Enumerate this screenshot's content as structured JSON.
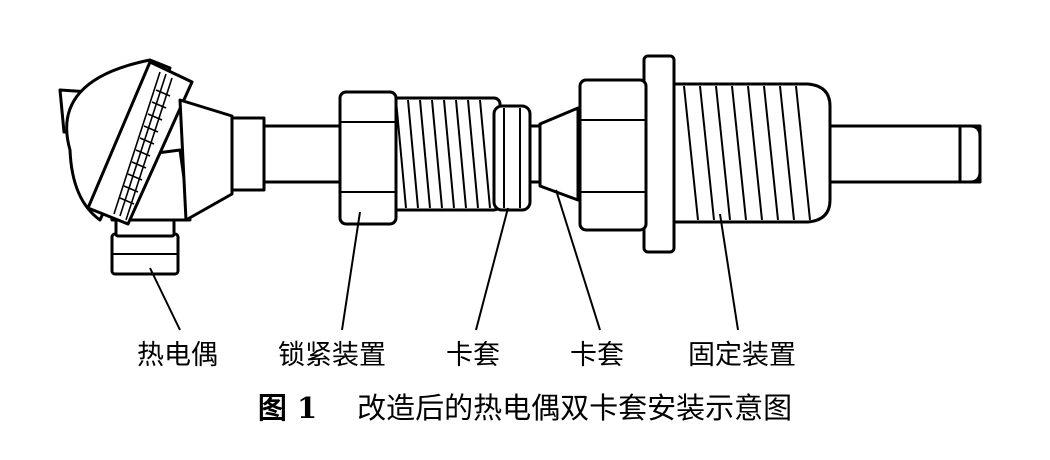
{
  "labels": {
    "thermocouple": "热电偶",
    "locking_device": "锁紧装置",
    "ferrule_1": "卡套",
    "ferrule_2": "卡套",
    "fixing_device": "固定装置"
  },
  "caption": {
    "number": "图 1",
    "text": "改造后的热电偶双卡套安装示意图"
  }
}
